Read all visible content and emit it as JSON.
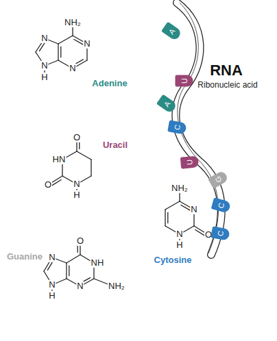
{
  "diagram": {
    "nodes": [
      {
        "text": [
          "A"
        ]
      },
      {
        "text": [
          "U"
        ]
      },
      {
        "text": [
          "A"
        ]
      },
      {
        "text": [
          "C"
        ]
      },
      {
        "text": [
          "U"
        ]
      },
      {
        "text": [
          "G"
        ]
      },
      {
        "text": [
          "C"
        ]
      },
      {
        "text": [
          "C"
        ]
      }
    ],
    "labels": [
      "NH₂",
      "N",
      "N",
      "N",
      "H",
      "N",
      "Adenine",
      "O",
      "Uracil",
      "HN",
      "O",
      "N",
      "H",
      "NH₂",
      "N",
      "O",
      "N",
      "H",
      "Cytosine",
      "Guanine",
      "O",
      "NH",
      "N",
      "NH₂",
      "N",
      "N",
      "H",
      "RNA",
      "Ribonucleic acid"
    ]
  }
}
